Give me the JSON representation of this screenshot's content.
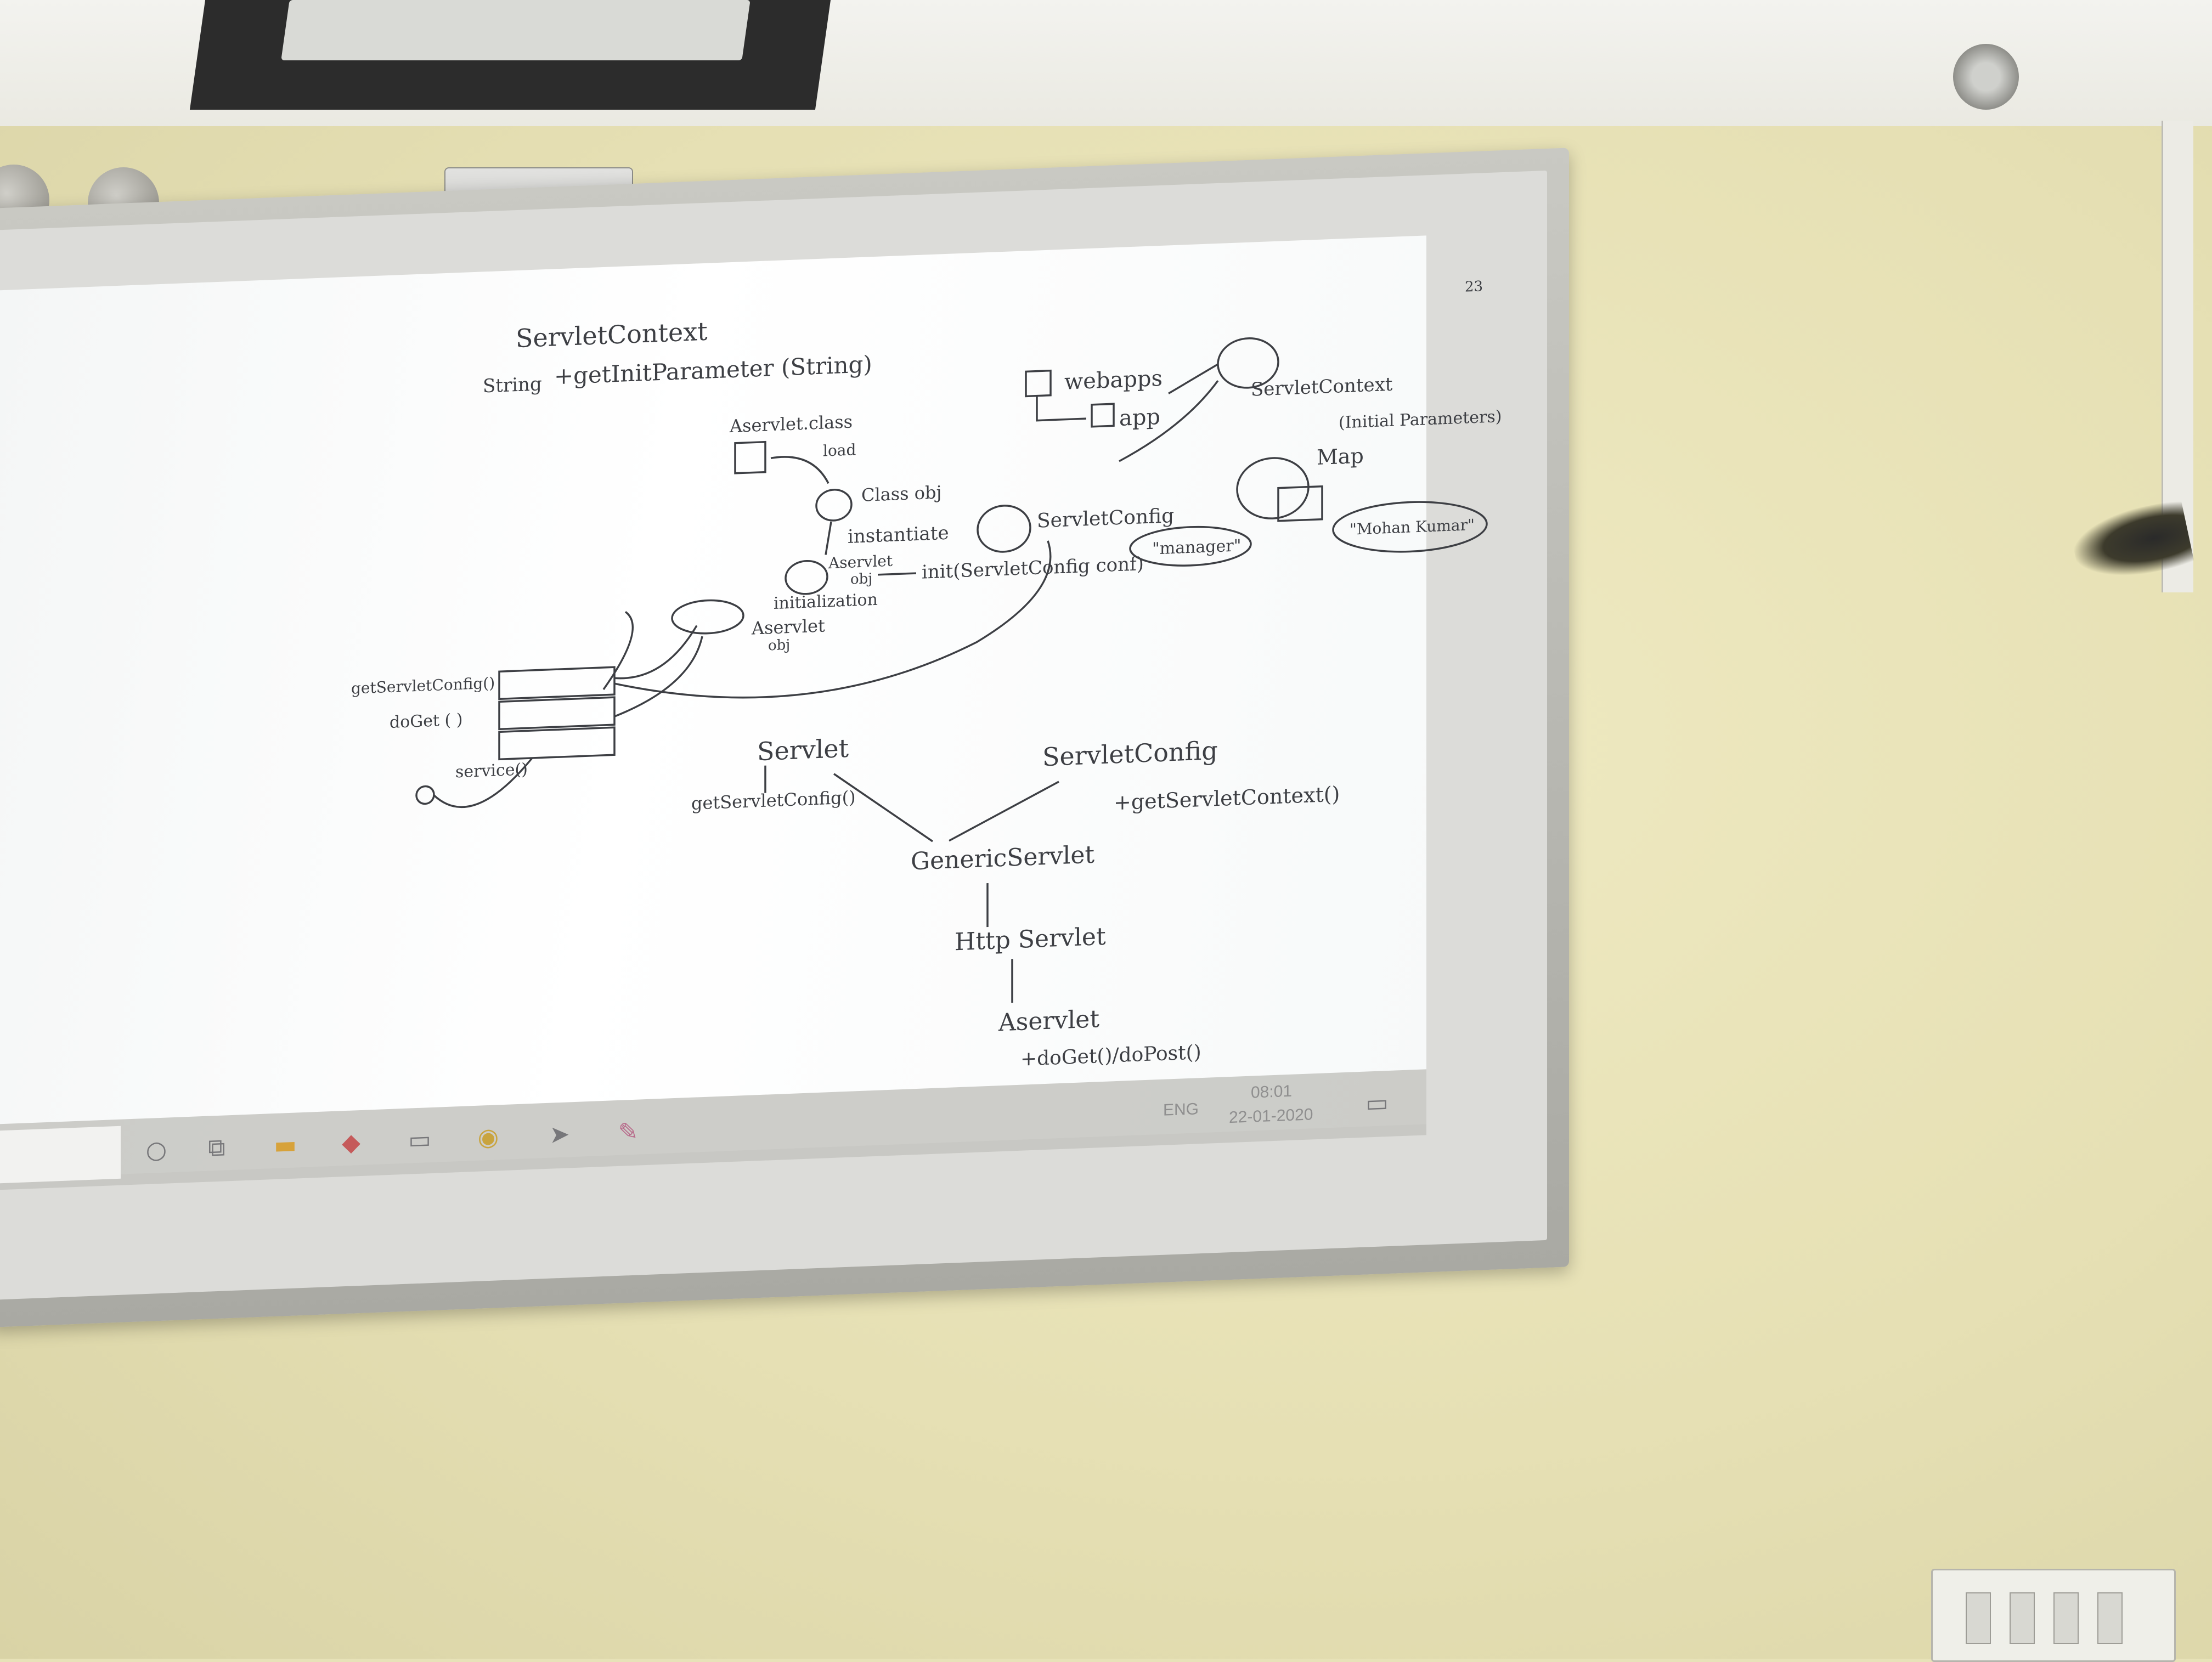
{
  "scene": {
    "description_type": "photo of a whiteboard with projected Windows screen"
  },
  "whiteboard": {
    "title_block": {
      "line1": "ServletContext",
      "line2_type": "String",
      "line2_method": "+getInitParameter (String)"
    },
    "lifecycle": {
      "class_file": "Aservlet.class",
      "load": "load",
      "class_obj": "Class obj",
      "instantiate": "instantiate",
      "aservlet_obj": "Aservlet",
      "obj": "obj",
      "init": "init(ServletConfig conf)",
      "initialization": "initialization",
      "aservlet_obj2": "Aservlet",
      "obj2": "obj"
    },
    "methods": {
      "getServletConfig": "getServletConfig()",
      "doGet": "doGet ( )",
      "service": "service()"
    },
    "context_tree": {
      "webapps": "webapps",
      "app": "app",
      "servlet_context": "ServletContext",
      "init_params": "(Initial Parameters)",
      "map": "Map",
      "servlet_config": "ServletConfig",
      "key": "\"manager\"",
      "value": "\"Mohan Kumar\""
    },
    "hierarchy": {
      "servlet": "Servlet",
      "servlet_method": "getServletConfig()",
      "servlet_config": "ServletConfig",
      "servlet_config_method": "+getServletContext()",
      "generic": "GenericServlet",
      "http": "Http Servlet",
      "aservlet": "Aservlet",
      "aservlet_methods": "+doGet()/doPost()"
    },
    "corner_marks": {
      "right_mark": "23"
    }
  },
  "taskbar": {
    "language": "ENG",
    "time": "08:01",
    "date": "22-01-2020",
    "icons": [
      "search-circle-icon",
      "task-view-icon",
      "file-explorer-icon",
      "paint-icon",
      "window-icon",
      "chrome-icon",
      "cursor-app-icon",
      "pen-icon"
    ]
  }
}
